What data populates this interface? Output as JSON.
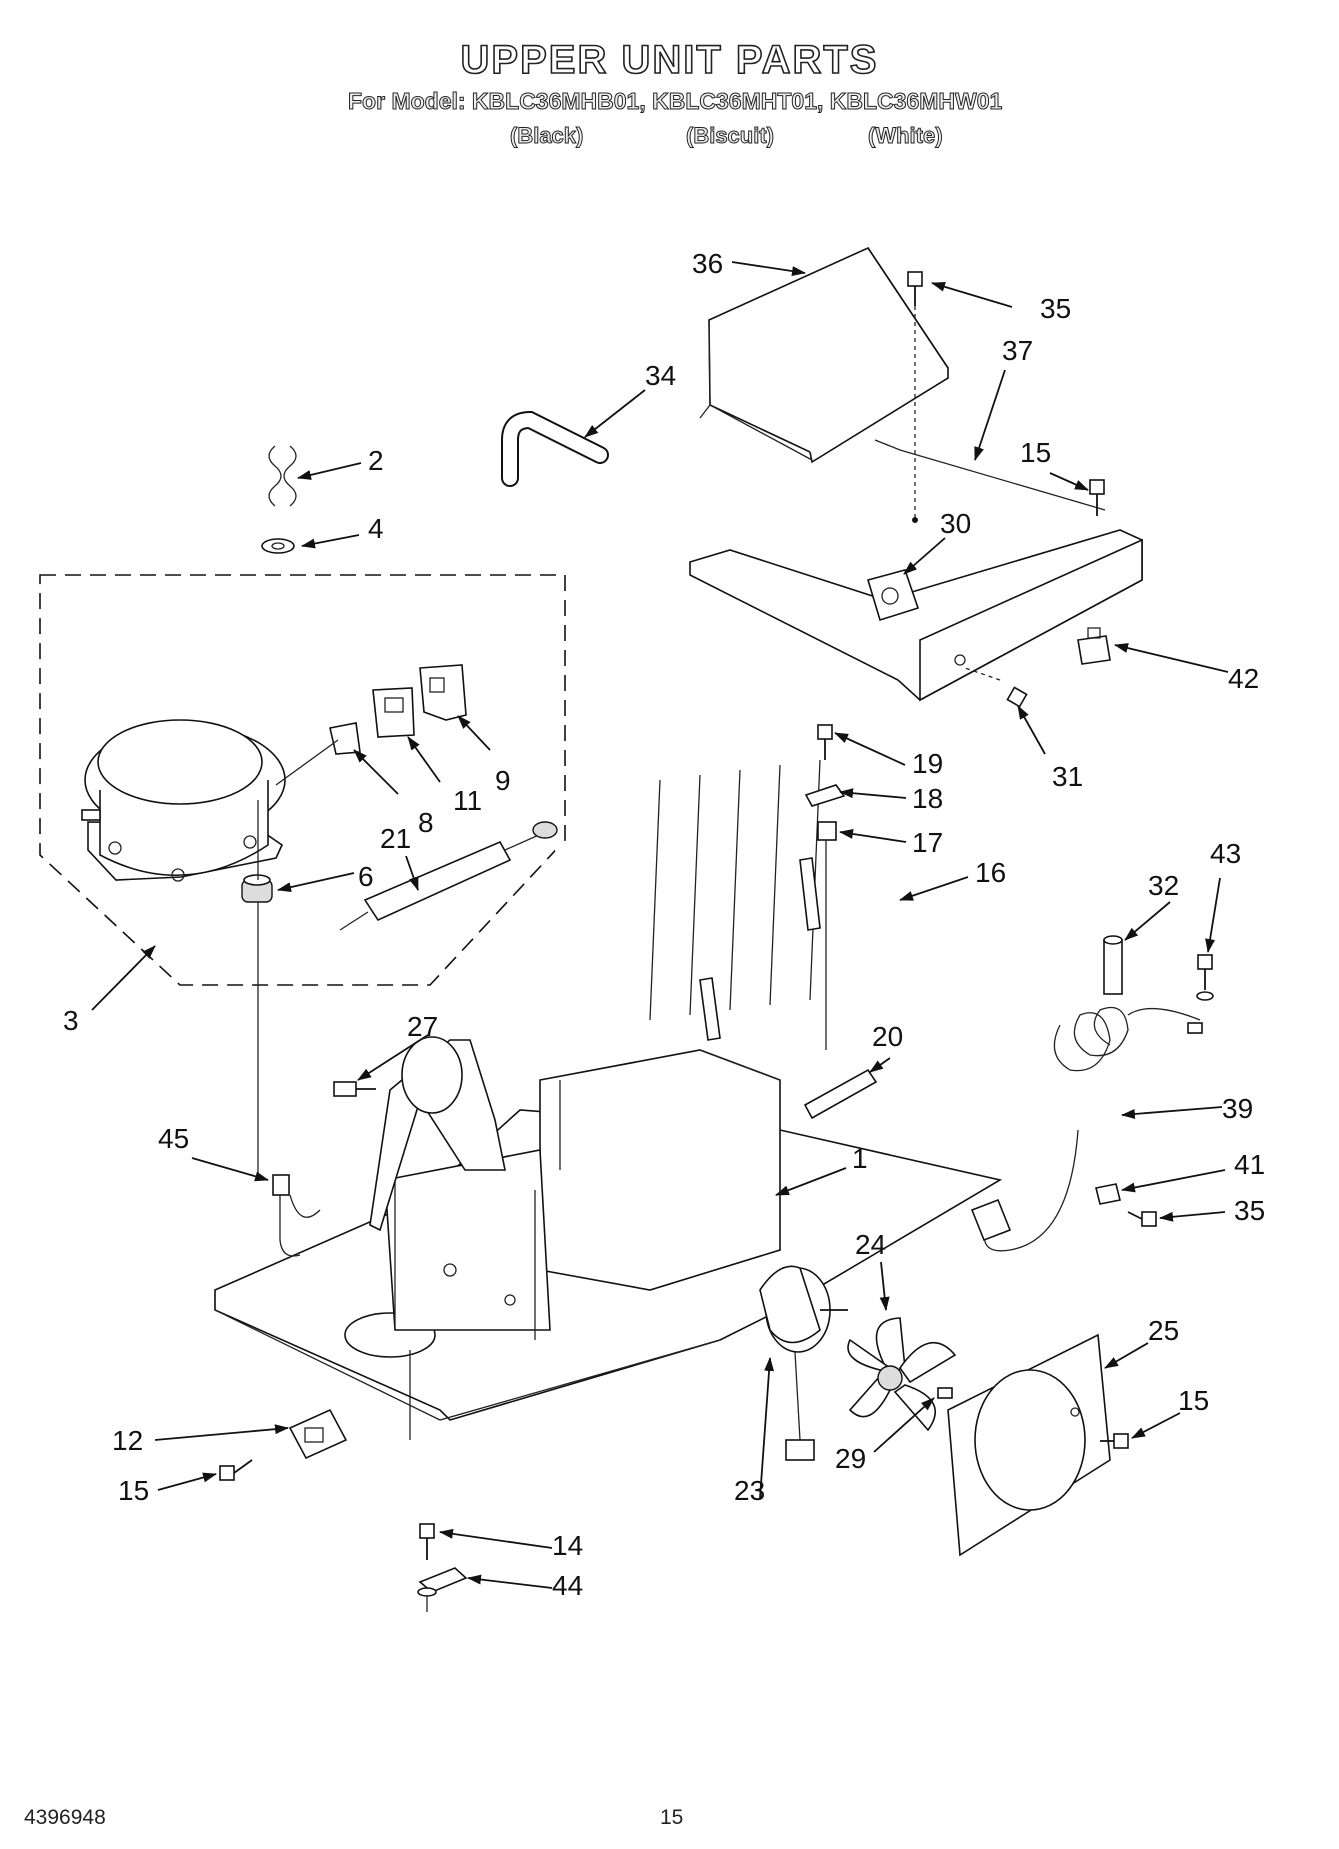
{
  "header": {
    "title": "UPPER UNIT PARTS",
    "model_line": "For Model: KBLC36MHB01, KBLC36MHT01, KBLC36MHW01",
    "colors": [
      "(Black)",
      "(Biscuit)",
      "(White)"
    ]
  },
  "callouts": {
    "c1": "1",
    "c2": "2",
    "c3": "3",
    "c4": "4",
    "c6": "6",
    "c8": "8",
    "c9": "9",
    "c11": "11",
    "c12": "12",
    "c14": "14",
    "c15a": "15",
    "c15b": "15",
    "c15c": "15",
    "c16": "16",
    "c17": "17",
    "c18": "18",
    "c19": "19",
    "c20": "20",
    "c21": "21",
    "c23": "23",
    "c24": "24",
    "c25": "25",
    "c27": "27",
    "c29": "29",
    "c30": "30",
    "c31": "31",
    "c32": "32",
    "c34": "34",
    "c35a": "35",
    "c35b": "35",
    "c36": "36",
    "c37": "37",
    "c39": "39",
    "c41": "41",
    "c42": "42",
    "c43": "43",
    "c44": "44",
    "c45": "45"
  },
  "footer": {
    "doc_number": "4396948",
    "page_number": "15"
  }
}
